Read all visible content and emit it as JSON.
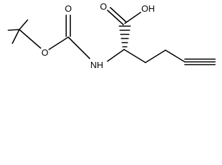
{
  "structure": {
    "labels": {
      "carboxyl_oh": "OH",
      "carbonyl_o_acid": "O",
      "ester_o": "O",
      "carbonyl_o_carbamate": "O",
      "nh": "NH"
    }
  },
  "colors": {
    "bond": "#000000",
    "background": "#ffffff"
  }
}
